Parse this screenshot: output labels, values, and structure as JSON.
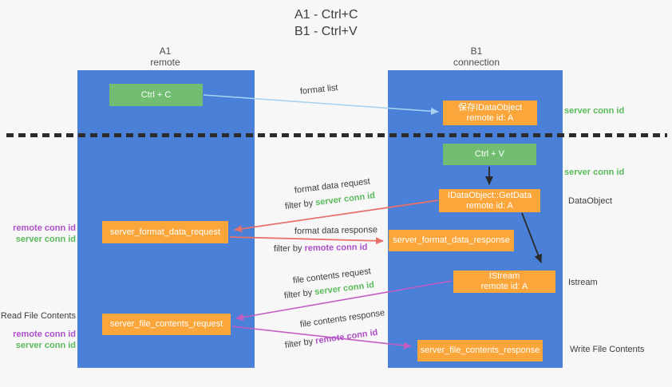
{
  "title": {
    "line1": "A1 - Ctrl+C",
    "line2": "B1 - Ctrl+V"
  },
  "columns": {
    "left": {
      "name": "A1",
      "role": "remote"
    },
    "right": {
      "name": "B1",
      "role": "connection"
    }
  },
  "nodes": {
    "ctrl_c": "Ctrl + C",
    "ctrl_v": "Ctrl + V",
    "save_dataobject": {
      "line1": "保存IDataObject",
      "line2": "remote id: A"
    },
    "getdata": {
      "line1": "IDataObject::GetData",
      "line2": "remote id: A"
    },
    "istream": {
      "line1": "IStream",
      "line2": "remote id: A"
    },
    "format_request": "server_format_data_request",
    "format_response": "server_format_data_response",
    "file_request": "server_file_contents_request",
    "file_response": "server_file_contents_response"
  },
  "flow_labels": {
    "format_list": "format list",
    "format_data_request": "format data request",
    "format_data_response": "format data response",
    "file_contents_request": "file contents request",
    "file_contents_response": "file contents response",
    "filter_by": "filter by",
    "server_conn_id": "server conn id",
    "remote_conn_id": "remote conn id"
  },
  "side_labels": {
    "server_conn_id": "server conn id",
    "remote_conn_id": "remote conn id",
    "dataobject": "DataObject",
    "istream": "Istream",
    "read_file_contents": "Read File Contents",
    "write_file_contents": "Write File Contents"
  },
  "colors": {
    "column_blue": "#4a80d8",
    "node_orange": "#fba63a",
    "node_green": "#72bd71",
    "arrow_blue": "#a6d3f0",
    "arrow_red": "#e8726b",
    "arrow_magenta": "#c45dc2",
    "arrow_black": "#2a2a2a",
    "text_green": "#5aba5a",
    "text_purple": "#ae4fc8"
  }
}
